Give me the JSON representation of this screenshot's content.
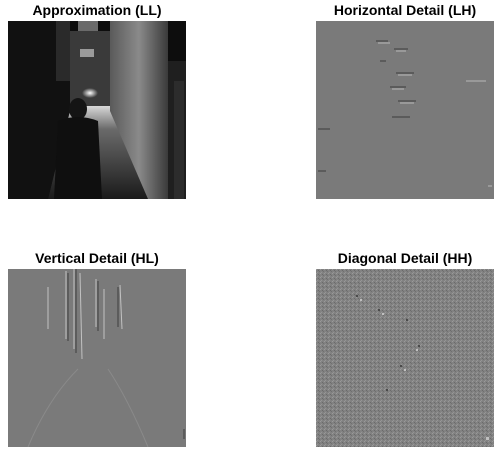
{
  "panels": {
    "ll": {
      "title": "Approximation (LL)"
    },
    "lh": {
      "title": "Horizontal Detail (LH)"
    },
    "hl": {
      "title": "Vertical Detail (HL)"
    },
    "hh": {
      "title": "Diagonal Detail (HH)"
    }
  },
  "colors": {
    "background": "#ffffff",
    "detail_gray": "#7a7a7a",
    "diagonal_gray": "#828282",
    "corridor_dark": "#0d0d0d"
  }
}
